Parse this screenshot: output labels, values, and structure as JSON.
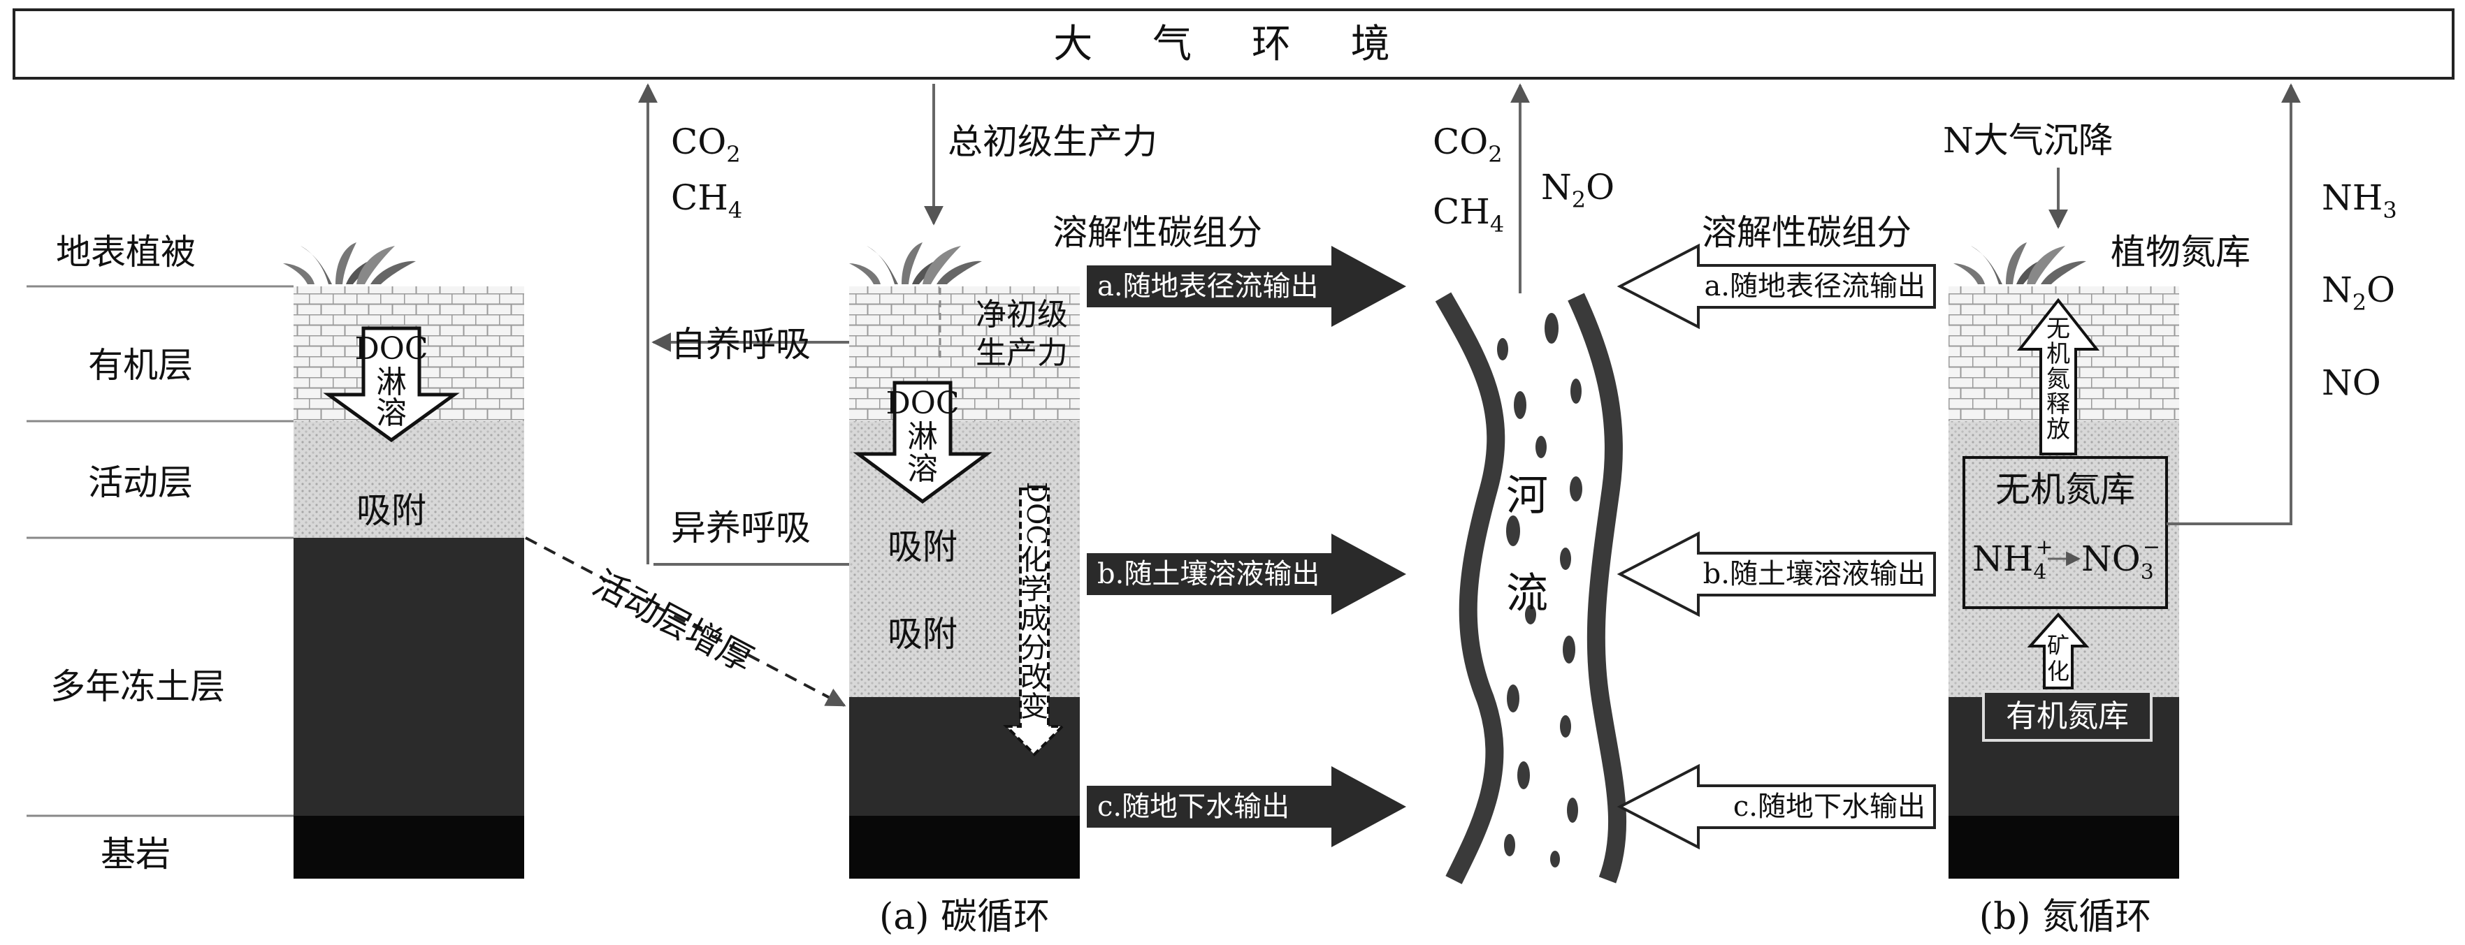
{
  "atmosphere": "大 气 环 境",
  "left_profile": {
    "surface_vegetation": "地表植被",
    "organic_layer": "有机层",
    "active_layer": "活动层",
    "permafrost": "多年冻土层",
    "bedrock": "基岩",
    "doc_leaching": [
      "DOC",
      "淋",
      "溶"
    ],
    "adsorption": "吸附"
  },
  "active_layer_thickening": "活动层增厚",
  "carbon": {
    "co2": "CO",
    "co2_sub": "2",
    "ch4": "CH",
    "ch4_sub": "4",
    "gpp": "总初级生产力",
    "npp": [
      "净初级",
      "生产力"
    ],
    "autotrophic": "自养呼吸",
    "heterotrophic": "异养呼吸",
    "doc_leaching": [
      "DOC",
      "淋",
      "溶"
    ],
    "adsorption_1": "吸附",
    "adsorption_2": "吸附",
    "doc_change": [
      "DOC",
      "化",
      "学",
      "成",
      "分",
      "改",
      "变"
    ],
    "dissolved": "溶解性碳组分",
    "out_a": "a.随地表径流输出",
    "out_b": "b.随土壤溶液输出",
    "out_c": "c.随地下水输出",
    "caption": "(a) 碳循环"
  },
  "river": {
    "co2": "CO",
    "co2_sub": "2",
    "ch4": "CH",
    "ch4_sub": "4",
    "n2o": "N",
    "n2o_sub": "2",
    "n2o_tail": "O",
    "name_1": "河",
    "name_2": "流"
  },
  "nitrogen": {
    "deposition": "N大气沉降",
    "plant_pool": "植物氮库",
    "dissolved": "溶解性碳组分",
    "in_a": "a.随地表径流输出",
    "in_b": "b.随土壤溶液输出",
    "in_c": "c.随地下水输出",
    "release": [
      "无",
      "机",
      "氮",
      "释",
      "放"
    ],
    "inorganic_pool": "无机氮库",
    "nh4": "NH",
    "nh4_sub": "4",
    "nh4_sup": "+",
    "no3": "NO",
    "no3_sub": "3",
    "no3_sup": "−",
    "mineralization": [
      "矿",
      "化"
    ],
    "organic_pool": "有机氮库",
    "gas_nh3": "NH",
    "gas_nh3_sub": "3",
    "gas_n2o": "N",
    "gas_n2o_sub": "2",
    "gas_n2o_tail": "O",
    "gas_no": "NO",
    "caption": "(b) 氮循环"
  }
}
